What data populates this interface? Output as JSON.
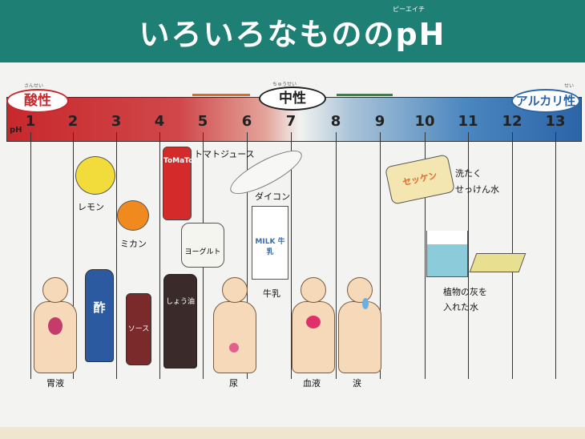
{
  "title": "いろいろなもののpH",
  "title_ruby": "ピーエイチ",
  "scale": {
    "acid_label": "酸性",
    "acid_ruby": "さんせい",
    "neutral_label": "中性",
    "neutral_ruby": "ちゅうせい",
    "alkali_label": "アルカリ性",
    "alkali_ruby": "せい",
    "ph_label": "pH",
    "ticks": [
      "1",
      "2",
      "3",
      "4",
      "5",
      "6",
      "7",
      "8",
      "9",
      "10",
      "11",
      "12",
      "13"
    ]
  },
  "colors": {
    "acid": "#c8282c",
    "alkali": "#2c64a8",
    "header": "#1e7f74"
  },
  "items": {
    "lemon": {
      "label": "レモン",
      "ph": 2
    },
    "mikan": {
      "label": "ミカン",
      "ph": 3
    },
    "tomato": {
      "label": "トマトジュース",
      "ph": 4,
      "can_text": "ToMaTo"
    },
    "yogurt": {
      "label": "ヨーグルト",
      "ph": 4.5
    },
    "daikon": {
      "label": "ダイコン",
      "ph": 6
    },
    "milk": {
      "label": "牛乳",
      "ph": 6.5,
      "pack_text": "MILK",
      "pack_text2": "牛乳"
    },
    "gastric": {
      "label": "胃液",
      "ph": 1.5
    },
    "vinegar": {
      "label": "酢",
      "ph": 2.5
    },
    "sauce": {
      "label": "ソース",
      "ph": 3.5
    },
    "soy": {
      "label": "しょう油",
      "ph": 4.5
    },
    "urine": {
      "label": "尿",
      "ph": 6
    },
    "blood": {
      "label": "血液",
      "ph": 7.4
    },
    "tears": {
      "label": "涙",
      "ph": 8
    },
    "soap": {
      "label1": "洗たく",
      "label2": "せっけん水",
      "ph": 10,
      "box_text": "セッケン"
    },
    "ash": {
      "label1": "植物の灰を",
      "label2": "入れた水",
      "ph": 11
    }
  }
}
